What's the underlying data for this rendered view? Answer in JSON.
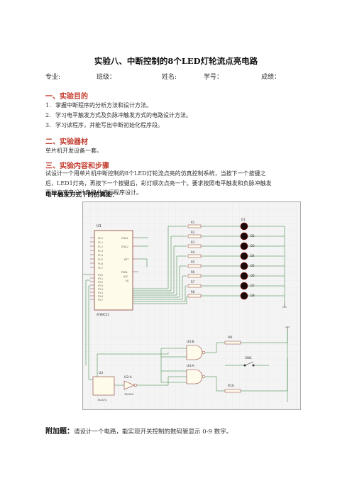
{
  "doc": {
    "title": "实验八、中断控制的8个LED灯轮流点亮电路",
    "meta": {
      "major": "专业:",
      "class_label": "班级：",
      "name_label": "姓名:",
      "id_label": "学号：",
      "score_label": "成绩："
    },
    "sec1": {
      "heading": "一、实验目的",
      "items": [
        {
          "num": "1.",
          "text": "掌握中断程序的分析方法和设计方法。"
        },
        {
          "num": "2.",
          "text": "学习电平触发方式及负脉冲触发方式的电路设计方法。"
        },
        {
          "num": "3.",
          "text": "学习读程序，并能写出中断初始化程序段。"
        }
      ]
    },
    "sec2": {
      "heading": "二、实验器材",
      "text": "单片机开发设备一套。"
    },
    "sec3": {
      "heading": "三、实验内容和步骤",
      "lines": [
        "试设计一个用单片机中断控制的8个LED灯轮流点亮的仿真控制系统，当按下一个按键之",
        "后，LED1灯亮，再按下一个按键后，彩灯顺次点亮一个。要求按照电平触发和负脉冲触发",
        "两种方式来设计电路并进行程序设计。"
      ]
    },
    "caption": "电平触发方式下的仿真图：",
    "schematic": {
      "mcu_ref": "U1",
      "mcu_part": "AT89C51",
      "pins_left": [
        "P1.0",
        "P1.1",
        "P1.2",
        "P1.3",
        "P1.4",
        "P1.5",
        "P1.6",
        "P1.7"
      ],
      "pins_right": [
        "XTAL1",
        "XTAL2",
        "RST",
        "PSEN",
        "ALE",
        "EA"
      ],
      "port_b": [
        "P3.0",
        "P3.1",
        "P3.2",
        "P3.3",
        "P3.4",
        "P3.5",
        "P3.6",
        "P3.7"
      ],
      "resistors": [
        "R1",
        "R2",
        "R3",
        "R4",
        "R5",
        "R6",
        "R7",
        "R8"
      ],
      "leds": [
        "D1",
        "D2",
        "D3",
        "D4",
        "D5",
        "D6",
        "D7",
        "D8"
      ],
      "gate_a": "U4:B",
      "gate_b": "U4:A",
      "switch": "SW1",
      "res_a": "R9",
      "res_b": "R10",
      "ic_a": "U3",
      "ic_b": "U2:A",
      "part_a": "74LS74",
      "part_b": "74LS04"
    },
    "extra": {
      "label": "附加题：",
      "text": "请设计一个电路，能实现开关控制的数码管显示 0-9 数字。"
    }
  }
}
